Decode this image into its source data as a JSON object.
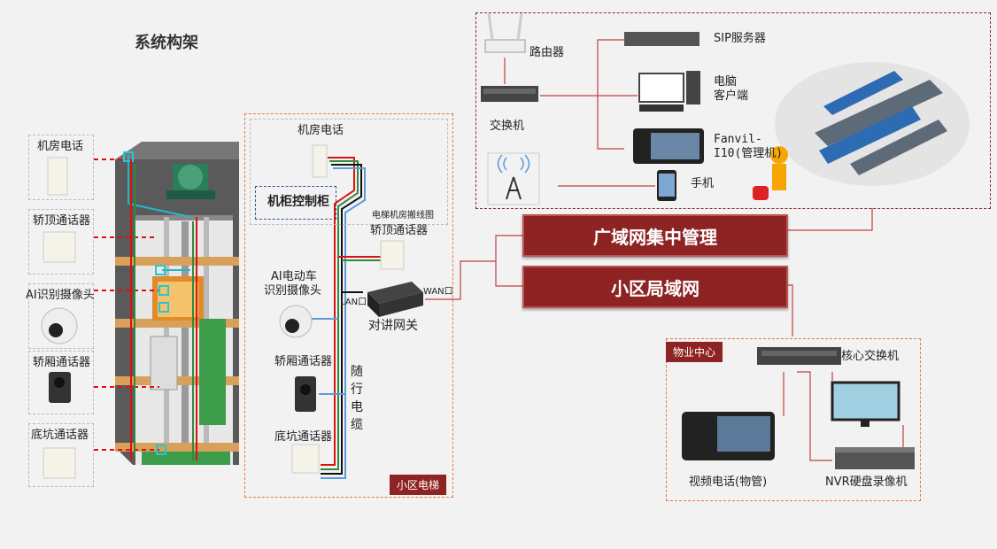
{
  "title": "系统构架",
  "left_devices": {
    "machine_room_phone": "机房电话",
    "car_top_intercom": "轿顶通话器",
    "ai_camera": "AI识别摄像头",
    "car_intercom": "轿厢通话器",
    "pit_intercom": "底坑通话器"
  },
  "middle": {
    "machine_room_phone": "机房电话",
    "cabinet": "机柜控制柜",
    "machine_room_caption": "电梯机房搬线图",
    "car_top_intercom": "轿顶通话器",
    "ai_camera_line1": "AI电动车",
    "ai_camera_line2": "识别摄像头",
    "car_intercom": "轿厢通话器",
    "pit_intercom": "底坑通话器",
    "travel_cable": [
      "随",
      "行",
      "电",
      "缆"
    ],
    "gateway": "对讲网关",
    "lan": "LAN口",
    "wan": "WAN口",
    "section_tag": "小区电梯"
  },
  "network": {
    "wan_mgmt": "广域网集中管理",
    "lan": "小区局域网"
  },
  "top_right": {
    "router": "路由器",
    "switch": "交换机",
    "sip_server": "SIP服务器",
    "pc_line1": "电脑",
    "pc_line2": "客户端",
    "fanvil_line1": "Fanvil-",
    "fanvil_line2": "I10(管理机)",
    "phone": "手机"
  },
  "property": {
    "tag": "物业中心",
    "core_switch": "核心交换机",
    "video_phone": "视频电话(物管)",
    "nvr": "NVR硬盘录像机"
  },
  "colors": {
    "accent_red": "#8e2323",
    "orange_dash": "#e07a3c",
    "dark_red_dash": "#8e2a2a"
  }
}
